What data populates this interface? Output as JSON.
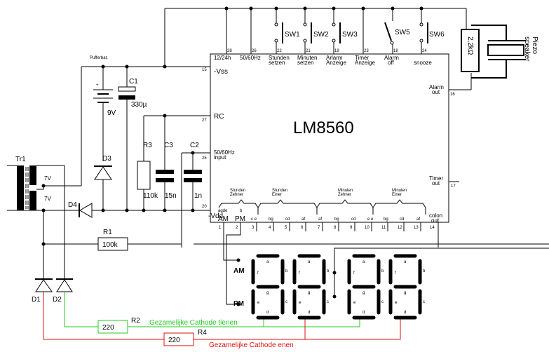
{
  "ic": {
    "name": "LM8560",
    "top_pins": [
      {
        "num": "28",
        "label1": "12/24h",
        "label2": ""
      },
      {
        "num": "26",
        "label1": "50/60Hz",
        "label2": ""
      },
      {
        "num": "22",
        "label1": "Stunden",
        "label2": "setzen"
      },
      {
        "num": "21",
        "label1": "Minuten",
        "label2": "setzen"
      },
      {
        "num": "19",
        "label1": "Arlarm",
        "label2": "Anzeige"
      },
      {
        "num": "23",
        "label1": "Timer",
        "label2": "Anzeige"
      },
      {
        "num": "18",
        "label1": "Alarm",
        "label2": "off"
      },
      {
        "num": "24",
        "label1": "snooze",
        "label2": ""
      }
    ],
    "left_pins": [
      {
        "num": "15",
        "label": "-Vss"
      },
      {
        "num": "27",
        "label": "RC"
      },
      {
        "num": "25",
        "label1": "50/60Hz",
        "label2": "input"
      },
      {
        "num": "20",
        "label": "-Vdd"
      }
    ],
    "right_pins": [
      {
        "num": "16",
        "label1": "Alarm",
        "label2": "out"
      },
      {
        "num": "17",
        "label1": "Timer",
        "label2": "out"
      }
    ],
    "bottom_pins": [
      "1",
      "2",
      "3",
      "4",
      "5",
      "6",
      "7",
      "8",
      "9",
      "10",
      "11",
      "12",
      "13",
      "14"
    ],
    "bottom_labels": [
      "AM",
      "PM",
      "c e",
      "bg",
      "cd",
      "af",
      "af",
      "bg",
      "cd",
      "e e",
      "bg",
      "cd",
      "af"
    ],
    "bottom_sub": [
      "agde",
      "b"
    ],
    "colon": {
      "label1": "colon",
      "label2": "out"
    },
    "groups": [
      {
        "l1": "Stunden",
        "l2": "Zehner"
      },
      {
        "l1": "Stunden",
        "l2": "Einer"
      },
      {
        "l1": "Minuten",
        "l2": "Zehner"
      },
      {
        "l1": "Minuten",
        "l2": "Einer"
      }
    ]
  },
  "switches": [
    "SW1",
    "SW2",
    "SW3",
    "SW5",
    "SW6"
  ],
  "components": {
    "tr1": "Tr1",
    "tr1_v1": "7V",
    "tr1_v2": "7V",
    "pufferbat": "Pufferbat.",
    "battery_value": "9V",
    "c1": "C1",
    "c1_value": "330µ",
    "r3": "R3",
    "r3_value": "110k",
    "c3": "C3",
    "c3_value": "15n",
    "c2": "C2",
    "c2_value": "1n",
    "d3": "D3",
    "d4": "D4",
    "d1": "D1",
    "d2": "D2",
    "r1": "R1",
    "r1_value": "100k",
    "r2": "R2",
    "r2_value": "220",
    "r4": "R4",
    "r4_value": "220",
    "speaker_r": "2,2kΩ",
    "speaker_l1": "Piezo",
    "speaker_l2": "speaker"
  },
  "display": {
    "am": "AM",
    "pm": "PM",
    "segments": [
      "a",
      "b",
      "c",
      "d",
      "e",
      "f",
      "g"
    ],
    "cathode_tens": "Gezamelijke Cathode tienen",
    "cathode_ones": "Gezamelijke Cathode enen",
    "color_tens": "#22cc22",
    "color_ones": "#dd1111"
  }
}
